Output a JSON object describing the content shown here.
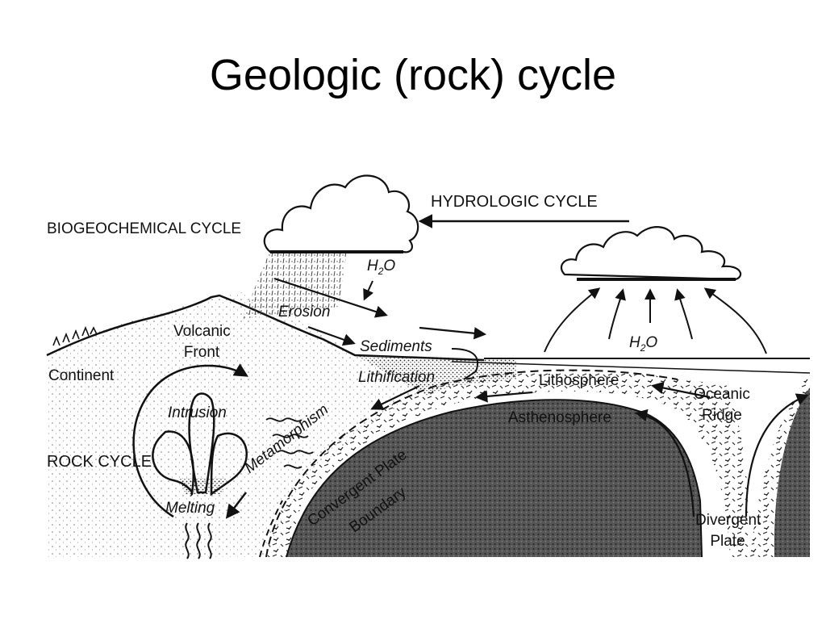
{
  "title": "Geologic (rock) cycle",
  "diagram": {
    "cycles": {
      "biogeochemical": "BIOGEOCHEMICAL CYCLE",
      "hydrologic": "HYDROLOGIC CYCLE",
      "rock": "ROCK CYCLE"
    },
    "labels": {
      "h2o_rain": "H",
      "h2o_rain_sub": "2",
      "h2o_rain_tail": "O",
      "h2o_evap": "H",
      "h2o_evap_sub": "2",
      "h2o_evap_tail": "O",
      "erosion": "Erosion",
      "volcanic_front": "Volcanic Front",
      "sediments": "Sediments",
      "continent": "Continent",
      "lithification": "Lithification",
      "lithosphere": "Lithosphere",
      "oceanic_ridge": "Oceanic Ridge",
      "intrusion": "Intrusion",
      "metamorphism": "Metamorphism",
      "asthenosphere": "Asthenosphere",
      "convergent_plate": "Convergent Plate",
      "boundary": "Boundary",
      "melting": "Melting",
      "divergent_plate": "Divergent Plate"
    },
    "colors": {
      "ink": "#111111",
      "mantle": "#3a3a3a",
      "background": "#ffffff"
    }
  }
}
